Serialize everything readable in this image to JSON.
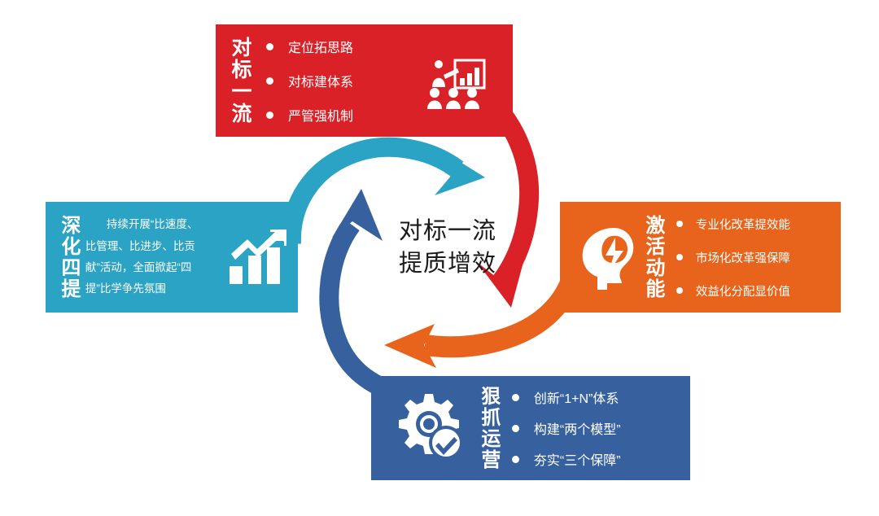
{
  "center": {
    "line1": "对标一流",
    "line2": "提质增效"
  },
  "colors": {
    "red": "#da2128",
    "teal": "#2ba3c4",
    "orange": "#e8641c",
    "blue": "#36619e",
    "arrow_teal": "#2ba3c4",
    "arrow_red": "#da2128",
    "arrow_orange": "#e8641c",
    "arrow_blue": "#36619e",
    "background": "#ffffff",
    "text_on_panel": "#ffffff",
    "center_text": "#1a1a1a"
  },
  "panels": {
    "red": {
      "title": "对标一流",
      "icon": "presentation-chart-audience-icon",
      "bullets": [
        "定位拓思路",
        "对标建体系",
        "严管强机制"
      ]
    },
    "teal": {
      "title": "深化四提",
      "icon": "growth-bar-chart-arrow-icon",
      "paragraph": "持续开展“比速度、比管理、比进步、比贡献”活动，全面掀起“四提”比学争先氛围"
    },
    "orange": {
      "title": "激活动能",
      "icon": "head-brain-lightning-icon",
      "bullets": [
        "专业化改革提效能",
        "市场化改革强保障",
        "效益化分配显价值"
      ]
    },
    "blue": {
      "title": "狠抓运营",
      "icon": "gear-check-icon",
      "bullets": [
        "创新“1+N”体系",
        "构建“两个模型”",
        "夯实“三个保障”"
      ]
    }
  },
  "arrows": [
    {
      "name": "teal-arc-arrow",
      "color": "#2ba3c4",
      "direction": "clockwise-top"
    },
    {
      "name": "red-arc-arrow",
      "color": "#da2128",
      "direction": "clockwise-right"
    },
    {
      "name": "orange-arc-arrow",
      "color": "#e8641c",
      "direction": "clockwise-bottom"
    },
    {
      "name": "blue-arc-arrow",
      "color": "#36619e",
      "direction": "clockwise-left"
    }
  ]
}
